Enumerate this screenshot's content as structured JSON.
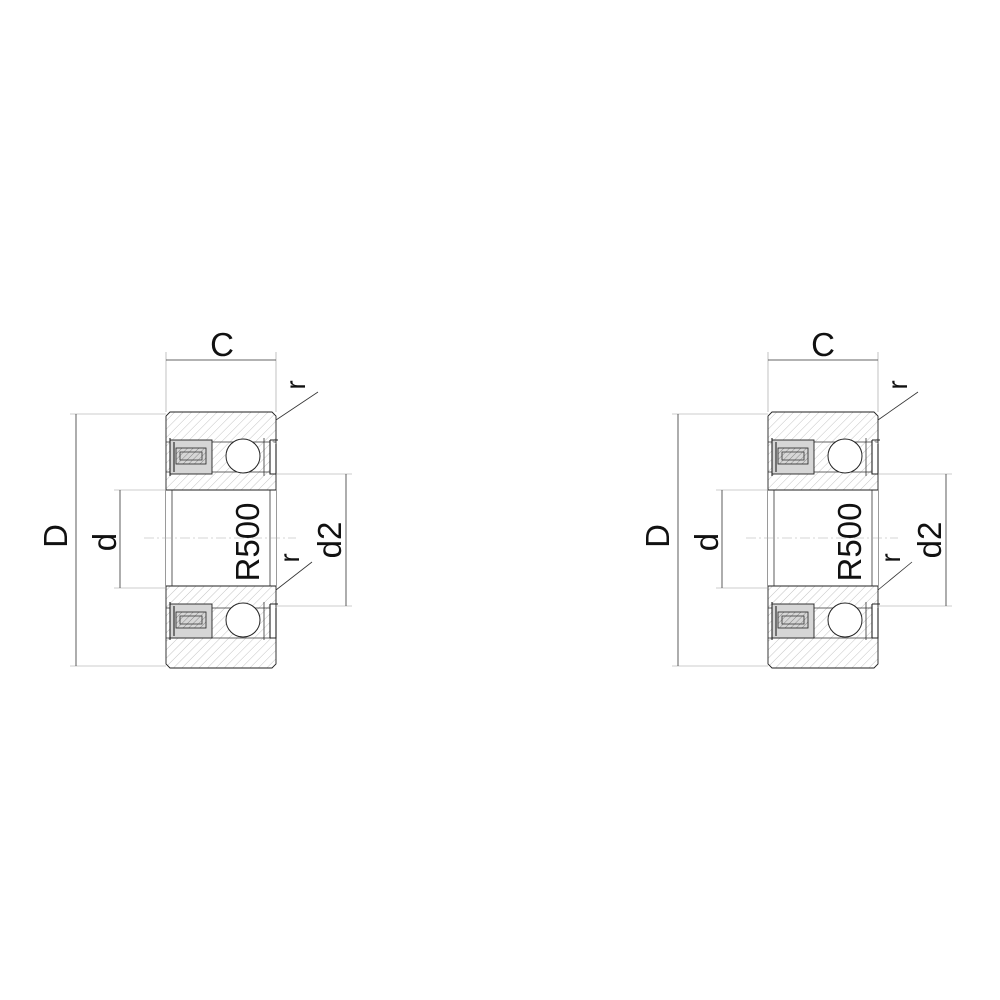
{
  "drawings": [
    {
      "id": "left-bearing",
      "labels": {
        "width": "C",
        "outer_diameter": "D",
        "bore": "d",
        "shoulder_diameter": "d2",
        "radius": "R500",
        "chamfer_top": "r",
        "chamfer_inner": "r"
      }
    },
    {
      "id": "right-bearing",
      "labels": {
        "width": "C",
        "outer_diameter": "D",
        "bore": "d",
        "shoulder_diameter": "d2",
        "radius": "R500",
        "chamfer_top": "r",
        "chamfer_inner": "r"
      }
    }
  ],
  "colors": {
    "line": "#222222",
    "hatch": "#b5b5b5",
    "cage_fill": "#d6d6d6"
  }
}
